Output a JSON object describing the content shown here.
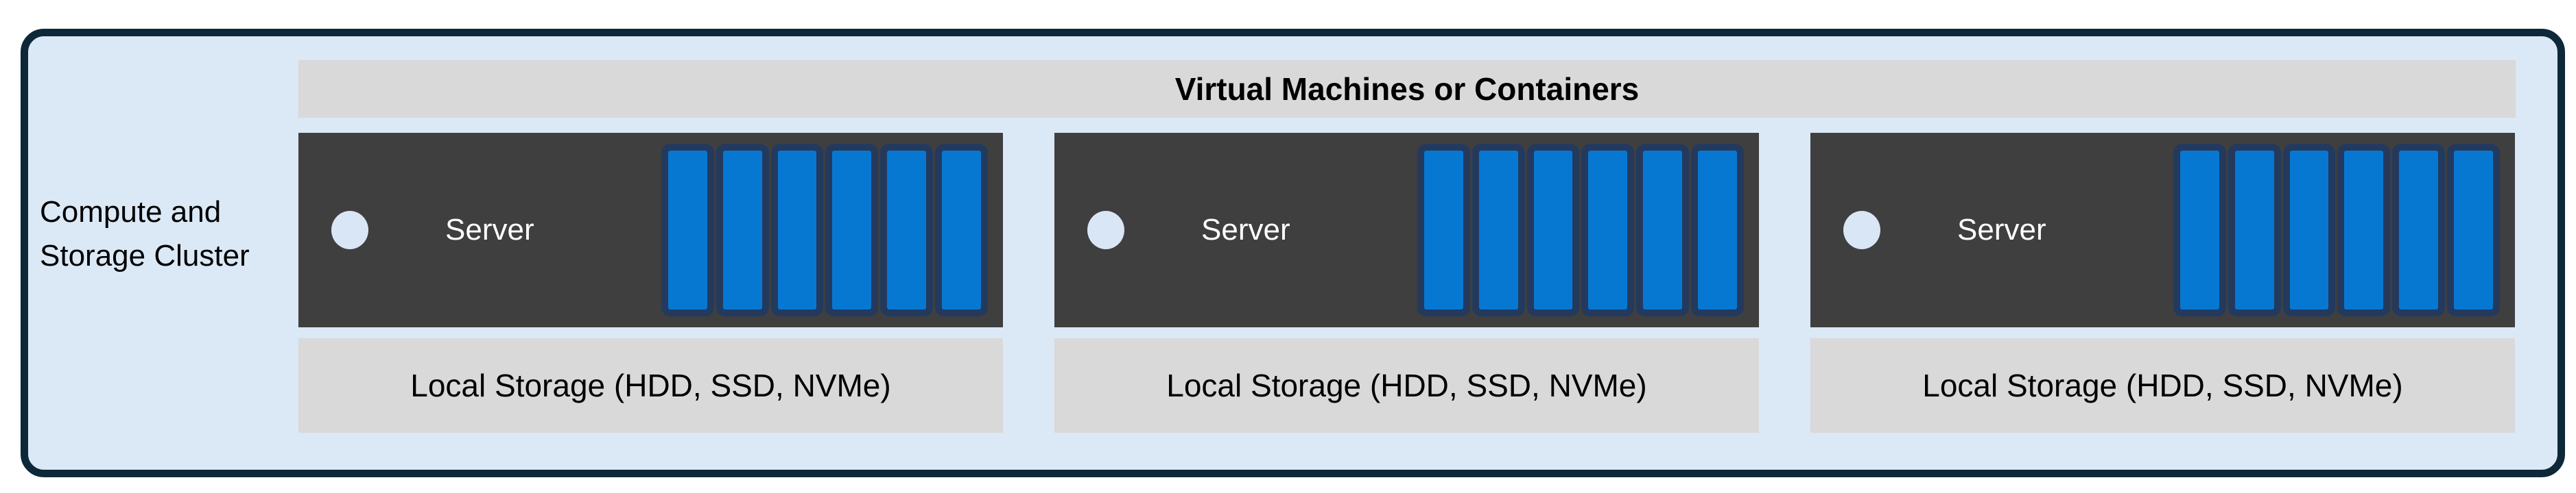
{
  "cluster": {
    "label": "Compute and Storage Cluster",
    "vm_header": "Virtual Machines or Containers",
    "servers": [
      {
        "label": "Server",
        "storage_label": "Local Storage (HDD, SSD, NVMe)",
        "disk_count": 6
      },
      {
        "label": "Server",
        "storage_label": "Local Storage (HDD, SSD, NVMe)",
        "disk_count": 6
      },
      {
        "label": "Server",
        "storage_label": "Local Storage (HDD, SSD, NVMe)",
        "disk_count": 6
      }
    ]
  },
  "colors": {
    "canvas_background": "#ffffff",
    "cluster_fill": "#dbe8f6",
    "cluster_border": "#0d2838",
    "band_gray": "#d9d9d9",
    "server_body": "#3f3f3f",
    "disk_fill": "#0778d2",
    "disk_border": "#233a5e",
    "power_indicator": "#d9e6f6",
    "text_dark": "#000000",
    "text_light": "#ffffff"
  }
}
